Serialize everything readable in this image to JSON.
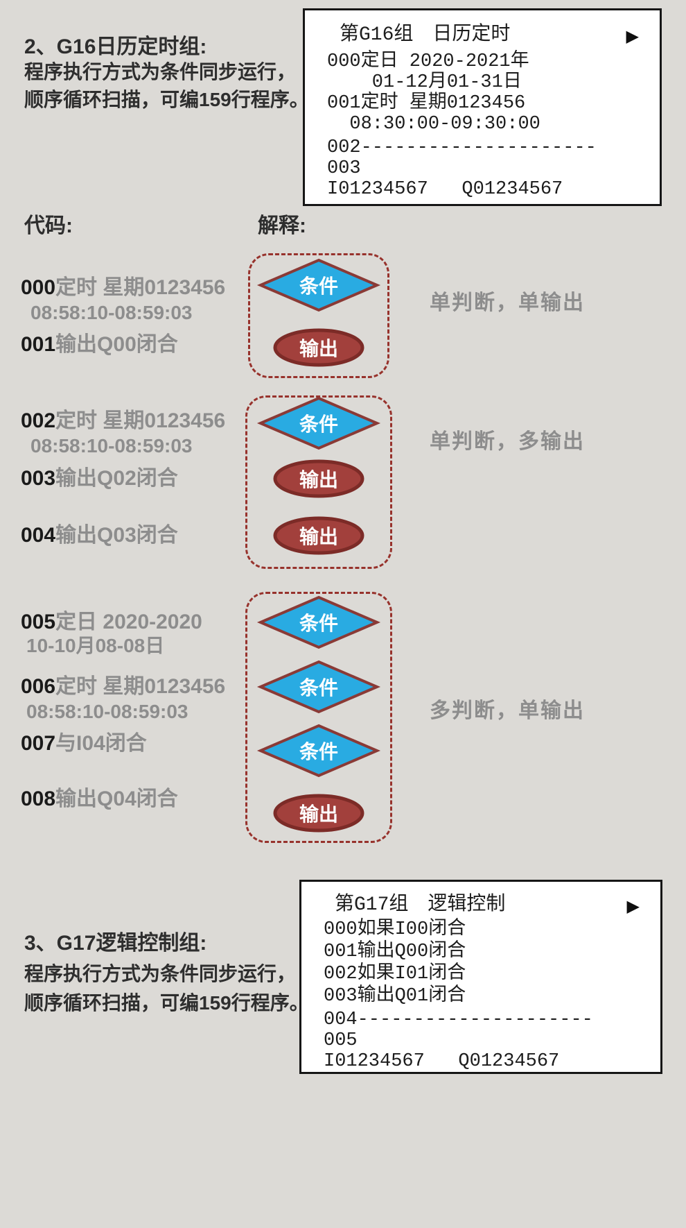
{
  "palette": {
    "page_bg": "#dcdad6",
    "panel_bg": "#ffffff",
    "panel_border": "#161616",
    "condition_fill": "#29abe2",
    "condition_stroke": "#8a3a36",
    "output_fill": "#a2403c",
    "output_stroke": "#7c2b27",
    "group_outline": "#97322c",
    "code_number_color": "#1a1a1a",
    "muted_text": "#8d8d8d",
    "heading_text": "#2e2e2e"
  },
  "g16_intro": {
    "heading": "2、G16日历定时组:",
    "desc": [
      "程序执行方式为条件同步运行，",
      "顺序循环扫描，可编159行程序。"
    ]
  },
  "g16_screen": {
    "title": "第G16组　日历定时",
    "arrow": "▶",
    "lines": [
      "000定日 2020-2021年",
      "    01-12月01-31日",
      "001定时 星期0123456",
      "  08:30:00-09:30:00",
      "002---------------------",
      "003",
      "I01234567   Q01234567"
    ]
  },
  "column_headings": {
    "code": "代码:",
    "explain": "解释:"
  },
  "node_labels": {
    "condition": "条件",
    "output": "输出"
  },
  "groups": [
    {
      "caption": "单判断，单输出",
      "lines": [
        {
          "num": "000",
          "text": "定时 星期0123456",
          "sub": "08:58:10-08:59:03"
        },
        {
          "num": "001",
          "text": "输出Q00闭合"
        }
      ]
    },
    {
      "caption": "单判断，多输出",
      "lines": [
        {
          "num": "002",
          "text": "定时 星期0123456",
          "sub": "08:58:10-08:59:03"
        },
        {
          "num": "003",
          "text": "输出Q02闭合"
        },
        {
          "num": "004",
          "text": "输出Q03闭合"
        }
      ]
    },
    {
      "caption": "多判断，单输出",
      "lines": [
        {
          "num": "005",
          "text": "定日 2020-2020",
          "sub": "10-10月08-08日"
        },
        {
          "num": "006",
          "text": "定时 星期0123456",
          "sub": "08:58:10-08:59:03"
        },
        {
          "num": "007",
          "text": "与I04闭合"
        },
        {
          "num": "008",
          "text": "输出Q04闭合"
        }
      ]
    }
  ],
  "g17_intro": {
    "heading": "3、G17逻辑控制组:",
    "desc": [
      "程序执行方式为条件同步运行，",
      "顺序循环扫描，可编159行程序。"
    ]
  },
  "g17_screen": {
    "title": "第G17组　逻辑控制",
    "arrow": "▶",
    "lines": [
      "000如果I00闭合",
      "001输出Q00闭合",
      "002如果I01闭合",
      "003输出Q01闭合",
      "004---------------------",
      "005",
      "I01234567   Q01234567"
    ]
  }
}
